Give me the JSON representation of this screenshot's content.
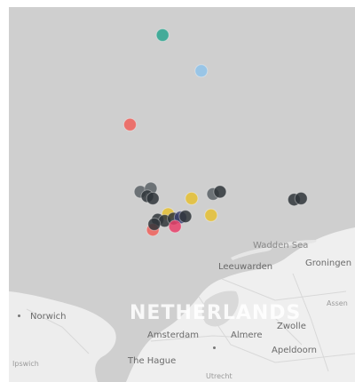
{
  "colors": {
    "water": "#cfcfcf",
    "land": "#efefef",
    "teal": "#2aa58f",
    "light_blue": "#8fc3ea",
    "red": "#f0605a",
    "dark": "#2f3539",
    "gray": "#5b6166",
    "yellow": "#e5bf33",
    "magenta": "#e8406a",
    "navy": "#3a3f6e"
  },
  "labels": {
    "country": "NETHERLANDS",
    "wadden_sea": "Wadden Sea",
    "leeuwarden": "Leeuwarden",
    "groningen": "Groningen",
    "assen": "Assen",
    "zwolle": "Zwolle",
    "amsterdam": "Amsterdam",
    "almere": "Almere",
    "apeldoorn": "Apeldoorn",
    "norwich": "Norwich",
    "ipswich": "Ipswich",
    "the_hague": "The Hague",
    "utrecht": "Utrecht"
  },
  "markers": [
    {
      "color": "teal",
      "lon": 3.72,
      "lat": 55.1
    },
    {
      "color": "light_blue",
      "lon": 4.28,
      "lat": 54.78
    },
    {
      "color": "red",
      "lon": 3.25,
      "lat": 54.3
    },
    {
      "color": "gray",
      "lon": 3.4,
      "lat": 53.7
    },
    {
      "color": "gray",
      "lon": 3.55,
      "lat": 53.73
    },
    {
      "color": "dark",
      "lon": 3.5,
      "lat": 53.66
    },
    {
      "color": "dark",
      "lon": 3.58,
      "lat": 53.64
    },
    {
      "color": "yellow",
      "lon": 4.14,
      "lat": 53.64
    },
    {
      "color": "gray",
      "lon": 4.45,
      "lat": 53.68
    },
    {
      "color": "dark",
      "lon": 4.55,
      "lat": 53.7
    },
    {
      "color": "dark",
      "lon": 5.62,
      "lat": 53.63
    },
    {
      "color": "dark",
      "lon": 5.72,
      "lat": 53.64
    },
    {
      "color": "yellow",
      "lon": 3.8,
      "lat": 53.5
    },
    {
      "color": "dark",
      "lon": 3.65,
      "lat": 53.45
    },
    {
      "color": "dark",
      "lon": 3.75,
      "lat": 53.44
    },
    {
      "color": "dark",
      "lon": 3.88,
      "lat": 53.46
    },
    {
      "color": "navy",
      "lon": 3.98,
      "lat": 53.47
    },
    {
      "color": "dark",
      "lon": 4.05,
      "lat": 53.48
    },
    {
      "color": "magenta",
      "lon": 3.9,
      "lat": 53.39
    },
    {
      "color": "red",
      "lon": 3.58,
      "lat": 53.36
    },
    {
      "color": "dark",
      "lon": 3.6,
      "lat": 53.41
    },
    {
      "color": "yellow",
      "lon": 4.42,
      "lat": 53.49
    }
  ]
}
